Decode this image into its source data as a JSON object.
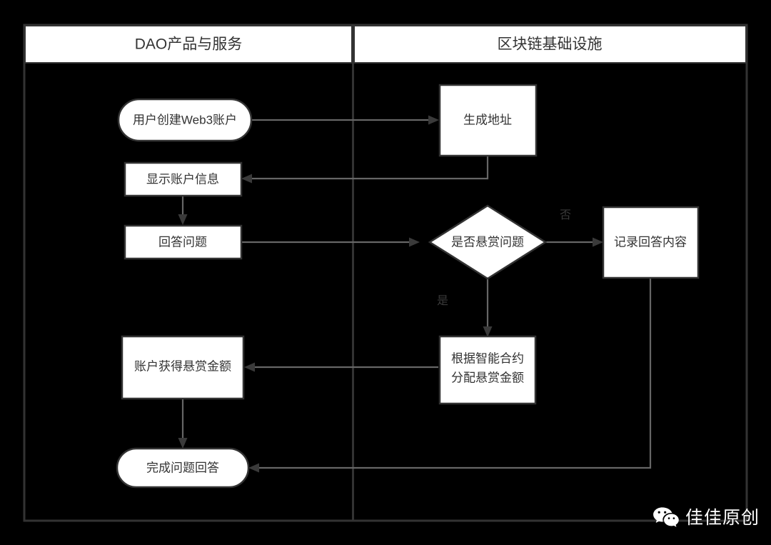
{
  "diagram": {
    "type": "swimlane-flowchart",
    "background_color": "#000000",
    "node_fill": "#ffffff",
    "node_stroke": "#333333",
    "edge_color": "#666666",
    "lanes": [
      {
        "id": "lane-left",
        "title": "DAO产品与服务"
      },
      {
        "id": "lane-right",
        "title": "区块链基础设施"
      }
    ],
    "nodes": [
      {
        "id": "n1",
        "label": "用户创建Web3账户",
        "shape": "stadium",
        "lane": "lane-left"
      },
      {
        "id": "n2",
        "label": "生成地址",
        "shape": "rect",
        "lane": "lane-right"
      },
      {
        "id": "n3",
        "label": "显示账户信息",
        "shape": "rect",
        "lane": "lane-left"
      },
      {
        "id": "n4",
        "label": "回答问题",
        "shape": "rect",
        "lane": "lane-left"
      },
      {
        "id": "n5",
        "label": "是否悬赏问题",
        "shape": "diamond",
        "lane": "lane-right"
      },
      {
        "id": "n6",
        "label": "记录回答内容",
        "shape": "rect",
        "lane": "lane-right"
      },
      {
        "id": "n7",
        "label": "根据智能合约",
        "label2": "分配悬赏金额",
        "shape": "rect",
        "lane": "lane-right"
      },
      {
        "id": "n8",
        "label": "账户获得悬赏金额",
        "shape": "rect",
        "lane": "lane-left"
      },
      {
        "id": "n9",
        "label": "完成问题回答",
        "shape": "stadium",
        "lane": "lane-left"
      }
    ],
    "edges": [
      {
        "id": "e1",
        "from": "n1",
        "to": "n2",
        "label": ""
      },
      {
        "id": "e2",
        "from": "n2",
        "to": "n3",
        "label": ""
      },
      {
        "id": "e3",
        "from": "n3",
        "to": "n4",
        "label": ""
      },
      {
        "id": "e4",
        "from": "n4",
        "to": "n5",
        "label": ""
      },
      {
        "id": "e5",
        "from": "n5",
        "to": "n6",
        "label": "否"
      },
      {
        "id": "e6",
        "from": "n5",
        "to": "n7",
        "label": "是"
      },
      {
        "id": "e7",
        "from": "n7",
        "to": "n8",
        "label": ""
      },
      {
        "id": "e8",
        "from": "n8",
        "to": "n9",
        "label": ""
      },
      {
        "id": "e9",
        "from": "n6",
        "to": "n9",
        "label": ""
      }
    ]
  },
  "watermark": {
    "text": "佳佳原创",
    "icon": "wechat-icon",
    "color": "#ffffff"
  }
}
